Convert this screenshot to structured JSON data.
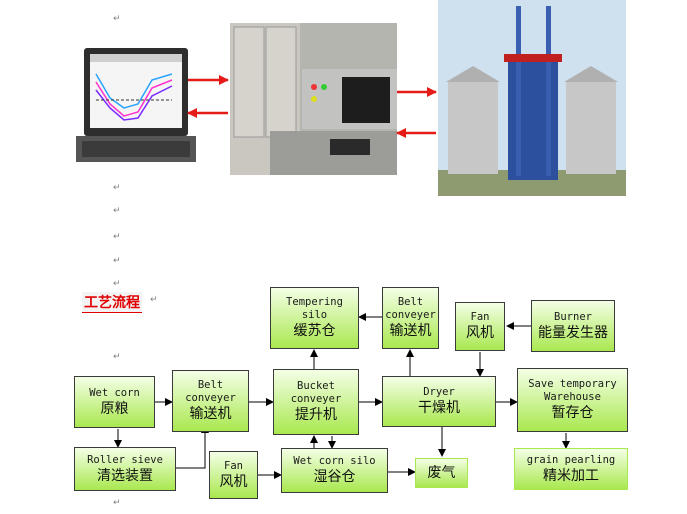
{
  "section_title": "工艺流程",
  "paragraph_mark": "↵",
  "colors": {
    "arrow_red": "#e41b17",
    "box_green": "#a9e84f",
    "title_red": "#e00000"
  },
  "boxes": [
    {
      "id": "tempering",
      "en": "Tempering\nsilo",
      "zh": "缓苏仓"
    },
    {
      "id": "belt_top",
      "en": "Belt\nconveyer",
      "zh": "输送机"
    },
    {
      "id": "fan_top",
      "en": "Fan",
      "zh": "风机"
    },
    {
      "id": "burner",
      "en": "Burner",
      "zh": "能量发生器"
    },
    {
      "id": "wet_corn",
      "en": "Wet corn",
      "zh": "原粮"
    },
    {
      "id": "belt_left",
      "en": "Belt\nconveyer",
      "zh": "输送机"
    },
    {
      "id": "bucket",
      "en": "Bucket\nconveyer",
      "zh": "提升机"
    },
    {
      "id": "dryer",
      "en": "Dryer",
      "zh": "干燥机"
    },
    {
      "id": "warehouse",
      "en": "Save temporary\nWarehouse",
      "zh": "暂存仓"
    },
    {
      "id": "roller",
      "en": "Roller sieve",
      "zh": "清选装置"
    },
    {
      "id": "fan_bottom",
      "en": "Fan",
      "zh": "风机"
    },
    {
      "id": "wet_silo",
      "en": "Wet corn silo",
      "zh": "湿谷仓"
    },
    {
      "id": "waste",
      "en": "",
      "zh": "废气"
    },
    {
      "id": "pearling",
      "en": "grain pearling",
      "zh": "精米加工"
    }
  ]
}
